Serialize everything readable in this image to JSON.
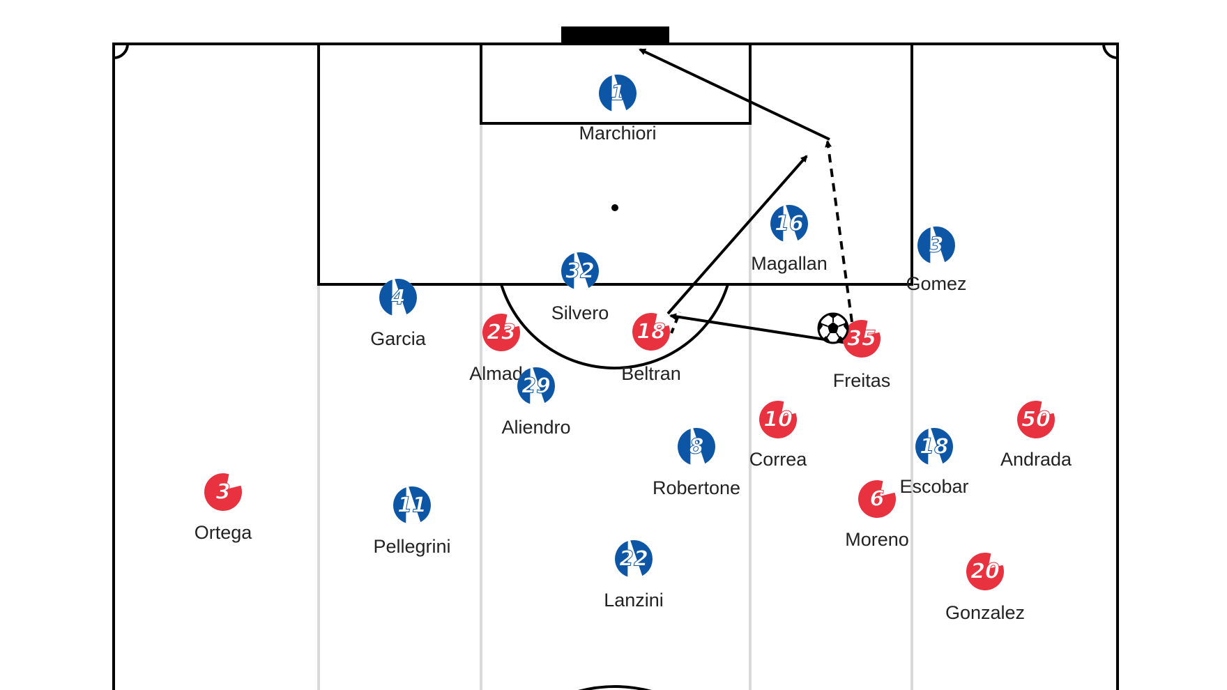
{
  "colors": {
    "lines": "#000000",
    "channels": "#d9d9d9",
    "home_team": "#0d56a6",
    "away_team": "#e8323f",
    "label": "#222222"
  },
  "teams": {
    "blue": {
      "color": "#0d56a6",
      "pattern": "diagonal-stripe"
    },
    "red": {
      "color": "#e8323f",
      "pattern": "quarter-cut"
    }
  },
  "players": [
    {
      "id": "marchiori",
      "name": "Marchiori",
      "number": "1",
      "team": "blue"
    },
    {
      "id": "magallan",
      "name": "Magallan",
      "number": "16",
      "team": "blue"
    },
    {
      "id": "gomez",
      "name": "Gomez",
      "number": "3",
      "team": "blue"
    },
    {
      "id": "silvero",
      "name": "Silvero",
      "number": "32",
      "team": "blue"
    },
    {
      "id": "garcia",
      "name": "Garcia",
      "number": "4",
      "team": "blue"
    },
    {
      "id": "almada",
      "name": "Almada",
      "number": "23",
      "team": "red"
    },
    {
      "id": "beltran",
      "name": "Beltran",
      "number": "18",
      "team": "red"
    },
    {
      "id": "freitas",
      "name": "Freitas",
      "number": "35",
      "team": "red"
    },
    {
      "id": "aliendro",
      "name": "Aliendro",
      "number": "29",
      "team": "blue"
    },
    {
      "id": "correa",
      "name": "Correa",
      "number": "10",
      "team": "red"
    },
    {
      "id": "andrada",
      "name": "Andrada",
      "number": "50",
      "team": "red"
    },
    {
      "id": "robertone",
      "name": "Robertone",
      "number": "8",
      "team": "blue"
    },
    {
      "id": "escobar",
      "name": "Escobar",
      "number": "18",
      "team": "blue"
    },
    {
      "id": "ortega",
      "name": "Ortega",
      "number": "3",
      "team": "red"
    },
    {
      "id": "pellegrini",
      "name": "Pellegrini",
      "number": "11",
      "team": "blue"
    },
    {
      "id": "moreno",
      "name": "Moreno",
      "number": "6",
      "team": "red"
    },
    {
      "id": "lanzini",
      "name": "Lanzini",
      "number": "22",
      "team": "blue"
    },
    {
      "id": "gonzalez",
      "name": "Gonzalez",
      "number": "20",
      "team": "red"
    }
  ],
  "ball": {
    "icon": "soccer-ball-icon",
    "holder": "freitas"
  },
  "actions": [
    {
      "id": "pass-freitas-beltran",
      "type": "pass",
      "style": "solid"
    },
    {
      "id": "pass-beltran-box",
      "type": "pass",
      "style": "solid"
    },
    {
      "id": "run-freitas",
      "type": "run",
      "style": "dashed"
    },
    {
      "id": "shot-on-goal",
      "type": "shot",
      "style": "solid"
    }
  ]
}
